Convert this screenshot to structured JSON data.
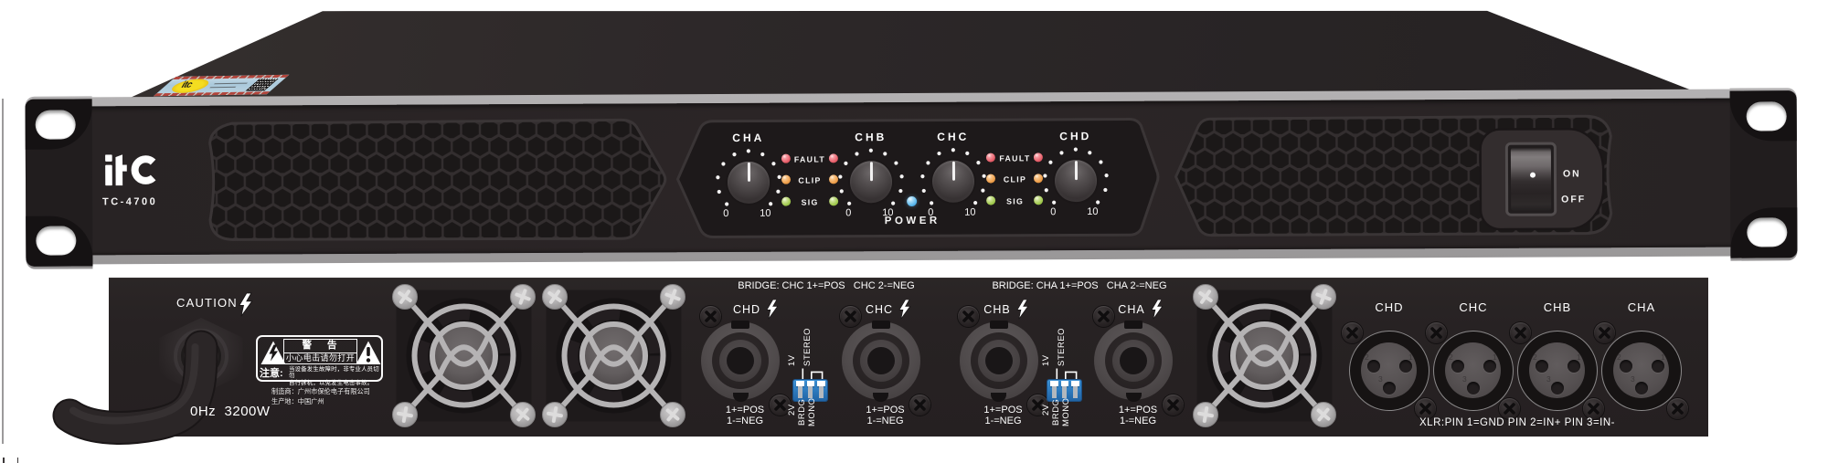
{
  "front": {
    "brand": "itc",
    "sticker_brand": "itc",
    "model": "TC-4700",
    "channels": [
      {
        "label": "CHA",
        "min": "0",
        "max": "10"
      },
      {
        "label": "CHB",
        "min": "0",
        "max": "10"
      },
      {
        "label": "CHC",
        "min": "0",
        "max": "10"
      },
      {
        "label": "CHD",
        "min": "0",
        "max": "10"
      }
    ],
    "led_rows": {
      "fault": "FAULT",
      "clip": "CLIP",
      "sig": "SIG"
    },
    "led_colors": {
      "fault": "#e9636e",
      "clip": "#efa14e",
      "sig": "#a4cb52",
      "power": "#58b6ec"
    },
    "power_label": "POWER",
    "switch": {
      "on": "ON",
      "off": "OFF"
    }
  },
  "rear": {
    "caution": "CAUTION",
    "power_spec": "0Hz  3200W",
    "warning": {
      "title": "警  告",
      "subtitle": "小心电击请勿打开",
      "note_label": "注意:",
      "note_line1": "当设备发生故障时，非专业人员切勿",
      "note_line2": "自行拆机，以免发生电击事故。"
    },
    "manufacturer": "制造商：广州市保伦电子有限公司",
    "origin": "生产地：中国广州",
    "bridge_left": "BRIDGE: CHC 1+=POS   CHC 2-=NEG",
    "bridge_right": "BRIDGE: CHA 1+=POS   CHA 2-=NEG",
    "speakons": [
      {
        "label": "CHD",
        "wiring": "1+=POS\n1-=NEG"
      },
      {
        "label": "CHC",
        "wiring": "1+=POS\n1-=NEG"
      },
      {
        "label": "CHB",
        "wiring": "1+=POS\n1-=NEG"
      },
      {
        "label": "CHA",
        "wiring": "1+=POS\n1-=NEG"
      }
    ],
    "dip": {
      "top1": "1V",
      "top2": "STEREO",
      "bot1": "2V",
      "bot2": "BRDG",
      "bot3": "MONO"
    },
    "xlr": {
      "labels": [
        "CHD",
        "CHC",
        "CHB",
        "CHA"
      ],
      "pin1": "1",
      "pin2": "2",
      "pin3": "3",
      "note": "XLR:PIN 1=GND PIN 2=IN+ PIN 3=IN-"
    }
  }
}
